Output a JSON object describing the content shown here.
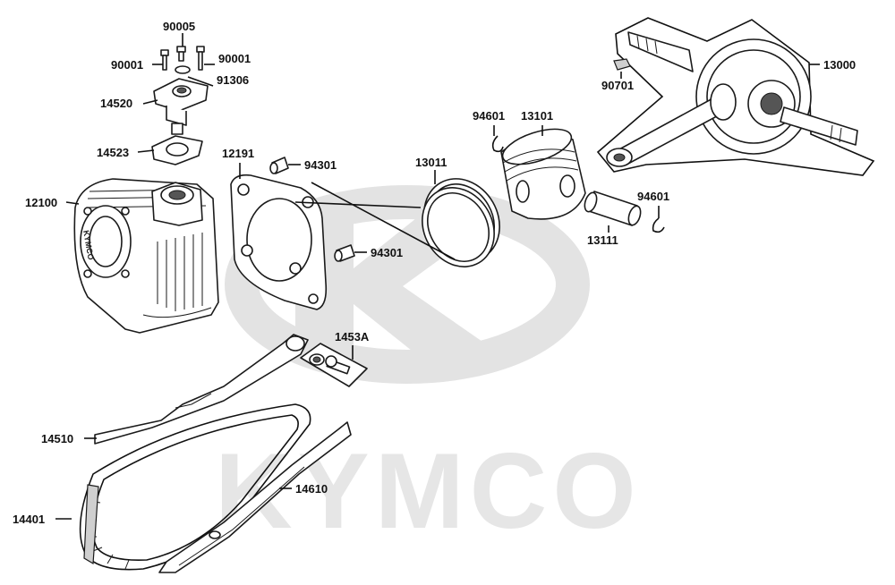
{
  "watermark": {
    "brand": "KYMCO"
  },
  "cylinder_stamp": "KYMCO",
  "callouts": [
    {
      "id": "90005",
      "label": "90005"
    },
    {
      "id": "90001a",
      "label": "90001"
    },
    {
      "id": "90001b",
      "label": "90001"
    },
    {
      "id": "91306",
      "label": "91306"
    },
    {
      "id": "14520",
      "label": "14520"
    },
    {
      "id": "14523",
      "label": "14523"
    },
    {
      "id": "12191",
      "label": "12191"
    },
    {
      "id": "94301a",
      "label": "94301"
    },
    {
      "id": "94301b",
      "label": "94301"
    },
    {
      "id": "12100",
      "label": "12100"
    },
    {
      "id": "13011",
      "label": "13011"
    },
    {
      "id": "94601a",
      "label": "94601"
    },
    {
      "id": "13101",
      "label": "13101"
    },
    {
      "id": "94601b",
      "label": "94601"
    },
    {
      "id": "13111",
      "label": "13111"
    },
    {
      "id": "90701",
      "label": "90701"
    },
    {
      "id": "13000",
      "label": "13000"
    },
    {
      "id": "1453A",
      "label": "1453A"
    },
    {
      "id": "14510",
      "label": "14510"
    },
    {
      "id": "14610",
      "label": "14610"
    },
    {
      "id": "14401",
      "label": "14401"
    }
  ]
}
